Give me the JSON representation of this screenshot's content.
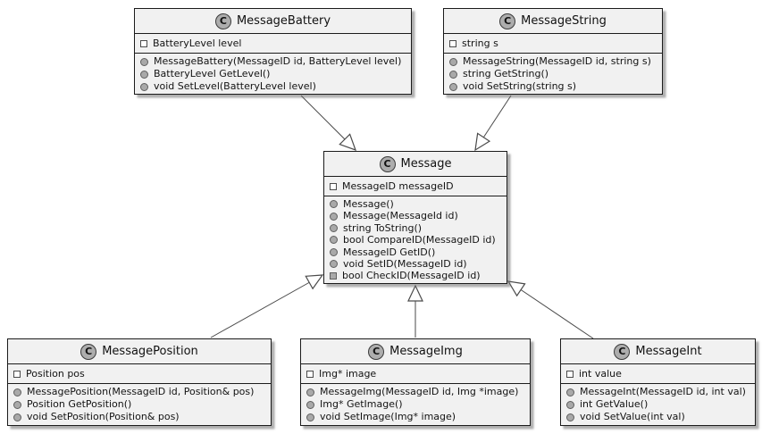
{
  "diagram": {
    "type": "uml-class-diagram",
    "class_badge_letter": "C",
    "colors": {
      "box_fill": "#F1F1F1",
      "box_border": "#1B1B1B",
      "badge_fill": "#ADADAD",
      "relation_line": "#4A4A4A",
      "member_icon_fill": "#A9A9A9",
      "shadow": "#6E6E6E",
      "background": "#FFFFFF"
    },
    "classes": [
      {
        "name": "MessageBattery",
        "fields": [
          {
            "icon": "square-open",
            "text": "BatteryLevel level"
          }
        ],
        "methods": [
          {
            "icon": "circle-filled",
            "text": "MessageBattery(MessageID id, BatteryLevel level)"
          },
          {
            "icon": "circle-filled",
            "text": "BatteryLevel GetLevel()"
          },
          {
            "icon": "circle-filled",
            "text": "void SetLevel(BatteryLevel level)"
          }
        ]
      },
      {
        "name": "MessageString",
        "fields": [
          {
            "icon": "square-open",
            "text": "string s"
          }
        ],
        "methods": [
          {
            "icon": "circle-filled",
            "text": "MessageString(MessageID id, string s)"
          },
          {
            "icon": "circle-filled",
            "text": "string GetString()"
          },
          {
            "icon": "circle-filled",
            "text": "void SetString(string s)"
          }
        ]
      },
      {
        "name": "Message",
        "fields": [
          {
            "icon": "square-open",
            "text": "MessageID messageID"
          }
        ],
        "methods": [
          {
            "icon": "circle-filled",
            "text": "Message()"
          },
          {
            "icon": "circle-filled",
            "text": "Message(MessageId id)"
          },
          {
            "icon": "circle-filled",
            "text": "string ToString()"
          },
          {
            "icon": "circle-filled",
            "text": "bool CompareID(MessageID id)"
          },
          {
            "icon": "circle-filled",
            "text": "MessageID GetID()"
          },
          {
            "icon": "circle-filled",
            "text": "void SetID(MessageID id)"
          },
          {
            "icon": "square-filled",
            "text": "bool CheckID(MessageID id)"
          }
        ]
      },
      {
        "name": "MessagePosition",
        "fields": [
          {
            "icon": "square-open",
            "text": "Position pos"
          }
        ],
        "methods": [
          {
            "icon": "circle-filled",
            "text": "MessagePosition(MessageID id, Position& pos)"
          },
          {
            "icon": "circle-filled",
            "text": "Position GetPosition()"
          },
          {
            "icon": "circle-filled",
            "text": "void SetPosition(Position& pos)"
          }
        ]
      },
      {
        "name": "MessageImg",
        "fields": [
          {
            "icon": "square-open",
            "text": "Img* image"
          }
        ],
        "methods": [
          {
            "icon": "circle-filled",
            "text": "MessageImg(MessageID id, Img *image)"
          },
          {
            "icon": "circle-filled",
            "text": "Img* GetImage()"
          },
          {
            "icon": "circle-filled",
            "text": "void SetImage(Img* image)"
          }
        ]
      },
      {
        "name": "MessageInt",
        "fields": [
          {
            "icon": "square-open",
            "text": "int value"
          }
        ],
        "methods": [
          {
            "icon": "circle-filled",
            "text": "MessageInt(MessageID id, int val)"
          },
          {
            "icon": "circle-filled",
            "text": "int GetValue()"
          },
          {
            "icon": "circle-filled",
            "text": "void SetValue(int val)"
          }
        ]
      }
    ],
    "relationships": [
      {
        "from": "MessageBattery",
        "to": "Message",
        "type": "generalization"
      },
      {
        "from": "MessageString",
        "to": "Message",
        "type": "generalization"
      },
      {
        "from": "MessagePosition",
        "to": "Message",
        "type": "generalization"
      },
      {
        "from": "MessageImg",
        "to": "Message",
        "type": "generalization"
      },
      {
        "from": "MessageInt",
        "to": "Message",
        "type": "generalization"
      }
    ]
  }
}
